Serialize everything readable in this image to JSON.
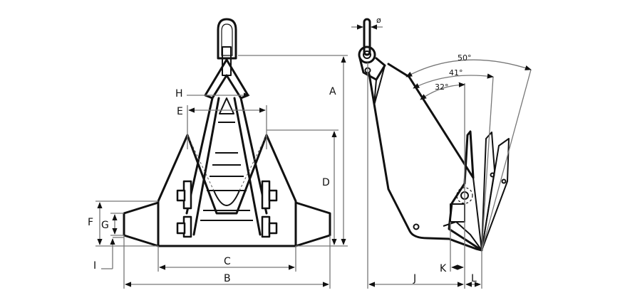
{
  "dimensions": {
    "A": "A",
    "B": "B",
    "C": "C",
    "D": "D",
    "E": "E",
    "F": "F",
    "G": "G",
    "H": "H",
    "I": "I",
    "J": "J",
    "K": "K",
    "L": "L",
    "diameter": "ø"
  },
  "angles": {
    "a50": "50°",
    "a41": "41°",
    "a32": "32°"
  },
  "colors": {
    "stroke": "#111111",
    "dimension": "#777777",
    "background": "#ffffff"
  }
}
